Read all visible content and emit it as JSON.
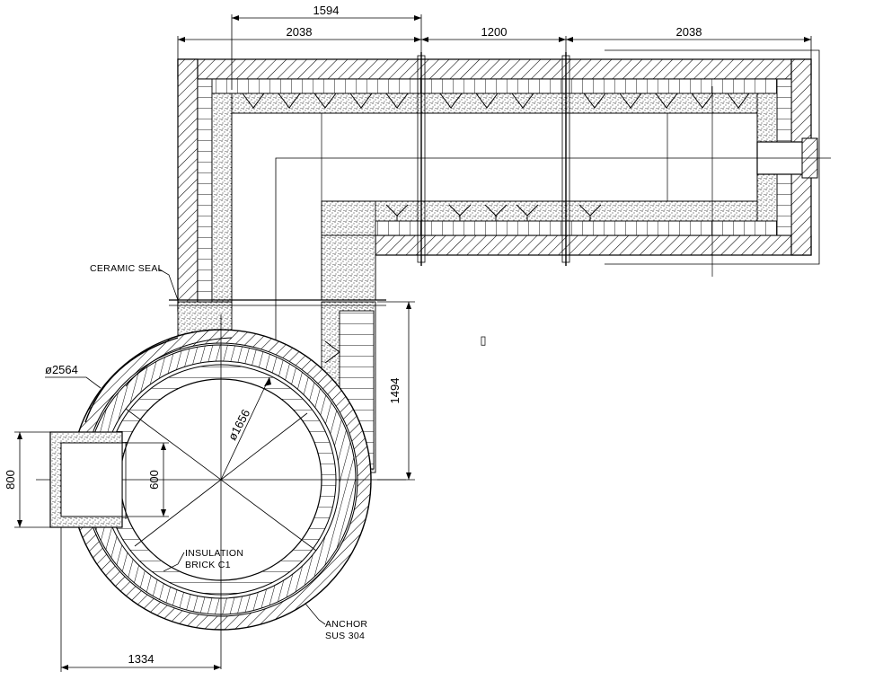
{
  "dimensions": {
    "top_overall": "1594",
    "top_left": "2038",
    "top_middle": "1200",
    "top_right": "2038",
    "right_vertical": "1494",
    "left_vertical": "800",
    "inlet": "600",
    "bottom": "1334",
    "outer_diameter": "ø2564",
    "inner_diameter": "ø1656"
  },
  "labels": {
    "ceramic_seal": "CERAMIC  SEAL",
    "insulation_line1": "INSULATION",
    "insulation_line2": "BRICK  C1",
    "anchor_line1": "ANCHOR",
    "anchor_line2": "SUS  304",
    "glyph": "▯"
  },
  "colors": {
    "line": "#000000",
    "castable_dots": "#000000",
    "background": "#ffffff"
  }
}
